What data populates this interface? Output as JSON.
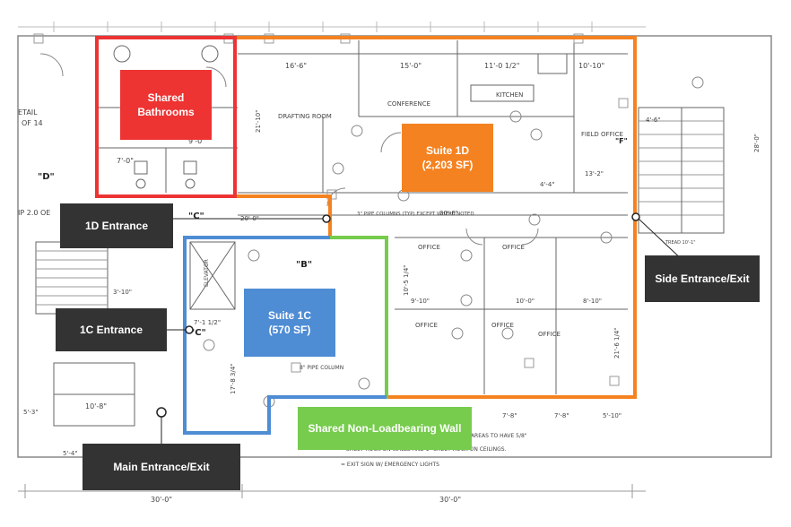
{
  "callouts": {
    "shared_bathrooms": {
      "line1": "Shared",
      "line2": "Bathrooms"
    },
    "suite_1d": {
      "line1": "Suite 1D",
      "line2": "(2,203 SF)"
    },
    "suite_1c": {
      "line1": "Suite 1C",
      "line2": "(570 SF)"
    },
    "entrance_1d": "1D Entrance",
    "entrance_1c": "1C Entrance",
    "side_entrance": "Side Entrance/Exit",
    "main_entrance": "Main Entrance/Exit",
    "shared_wall": "Shared Non-Loadbearing Wall"
  },
  "plan_labels": {
    "drafting_room": "DRAFTING ROOM",
    "conference": "CONFERENCE",
    "kitchen": "KITCHEN",
    "field_office": "FIELD OFFICE",
    "office_1": "OFFICE",
    "office_2": "OFFICE",
    "office_3": "OFFICE",
    "office_4": "OFFICE",
    "office_5": "OFFICE",
    "elevator": "ELEVATOR",
    "pipe_columns": "3\" PIPE COLUMNS (TYP) EXCEPT WHERE NOTED",
    "pipe_column": "8\" PIPE COLUMN",
    "marker_b": "\"B\"",
    "marker_c1": "\"C\"",
    "marker_c2": "\"C\"",
    "marker_d": "\"D\"",
    "marker_f": "\"F\"",
    "note_1": "FEE AREAS TO HAVE 5/8\"",
    "note_2": "SHEET ROCK ON WALLS AND 1\" SHEET ROCK ON CEILINGS.",
    "note_3": "= EXIT SIGN W/ EMERGENCY LIGHTS",
    "dim_16_6": "16'-6\"",
    "dim_15_0": "15'-0\"",
    "dim_11_0": "11'-0 1/2\"",
    "dim_10_10": "10'-10\"",
    "dim_21_10": "21'-10\"",
    "dim_9_0": "9'-0\"",
    "dim_7_0": "7'-0\"",
    "dim_20_0": "20'-0\"",
    "dim_30_0a": "30'-0\"",
    "dim_30_0b": "30'-0\"",
    "dim_30_0c": "30'-0\"",
    "dim_10_8": "10'-8\"",
    "dim_5_4": "5'-4\"",
    "dim_7_8a": "7'-8\"",
    "dim_7_8b": "7'-8\"",
    "dim_5_10": "5'-10\"",
    "dim_9_10": "9'-10\"",
    "dim_10_0": "10'-0\"",
    "dim_8_10": "8'-10\"",
    "dim_13_2": "13'-2\"",
    "dim_4_4": "4'-4\"",
    "dim_7_1": "7'-1 1/2\"",
    "dim_17_8": "17'-8 3/4\"",
    "dim_3_10": "3'-10\"",
    "dim_10_5": "10'-5 1/4\"",
    "dim_21_6": "21'-6 1/4\"",
    "dim_28_0": "28'-0\"",
    "dim_4_6": "4'-6\"",
    "stair_tag": "TREAD 10'-1\"",
    "side_detail": "ETAIL",
    "side_of": "OF 14",
    "side_ip": "IP 2.0 OE",
    "dim_5_3": "5'-3\""
  },
  "colors": {
    "bathrooms": "#ee3333",
    "suite_1d": "#f58220",
    "suite_1c": "#4e8cd4",
    "shared_wall": "#77cc4e",
    "callout_dark": "#333333"
  }
}
